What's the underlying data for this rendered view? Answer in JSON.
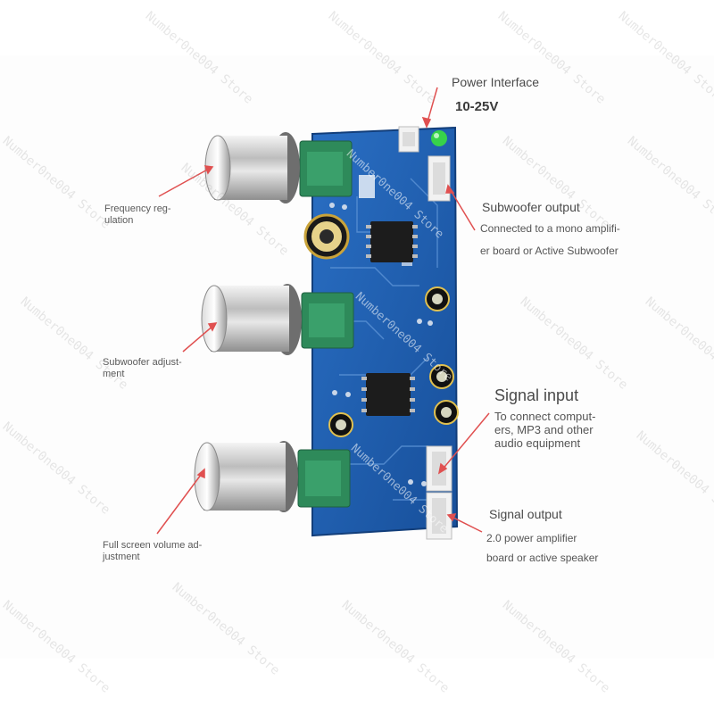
{
  "labels": {
    "power_title": "Power Interface",
    "power_voltage": "10-25V",
    "subwoofer_output_title": "Subwoofer output",
    "subwoofer_output_line1": "Connected to a mono amplifi-",
    "subwoofer_output_line2": "er board or Active Subwoofer",
    "signal_input_title": "Signal input",
    "signal_input_desc": "To connect comput-\ners, MP3 and other\naudio equipment",
    "signal_output_title": "Signal output",
    "signal_output_line1": "2.0 power amplifier",
    "signal_output_line2": "board or active speaker",
    "frequency": "Frequency reg-\nulation",
    "subwoofer_adjust": "Subwoofer adjust-\nment",
    "volume_adjust": "Full screen volume ad-\njustment"
  },
  "watermark": "Number0ne004 Store",
  "colors": {
    "pcb": "#1b5fb3",
    "arrow": "#e05050",
    "knob_metal": "#c8c8c8",
    "pot_green": "#2e8a5a"
  }
}
